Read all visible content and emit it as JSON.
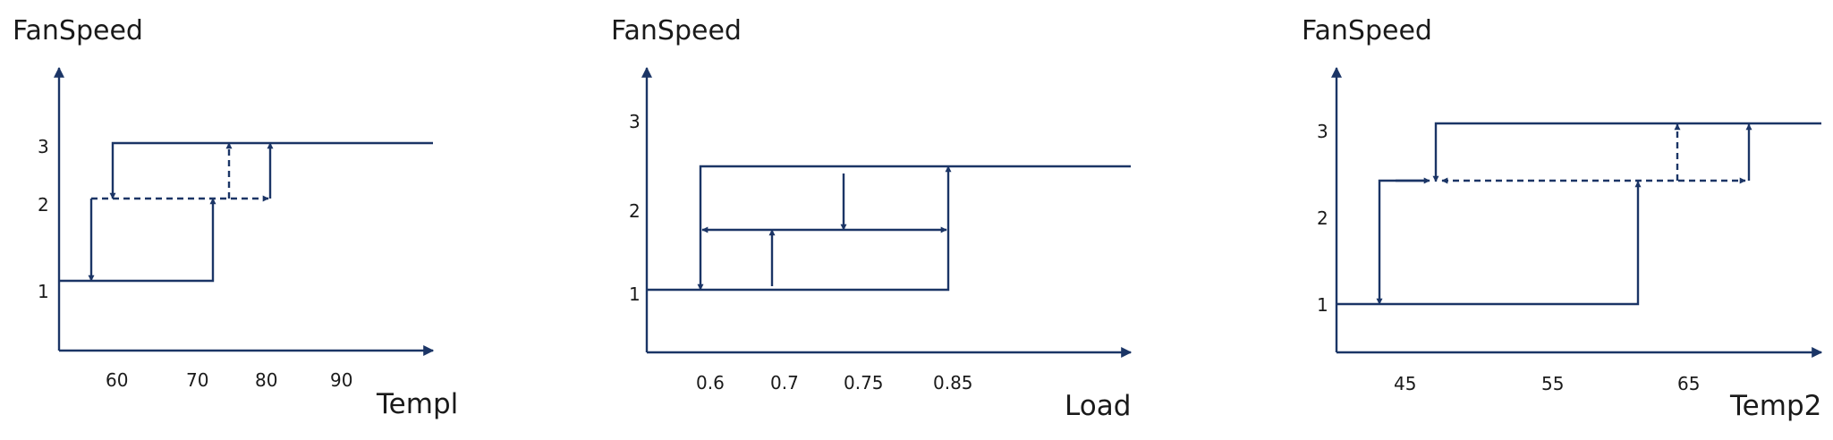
{
  "panels": [
    {
      "y_label": "FanSpeed",
      "x_label": "Templ",
      "y_ticks": [
        "1",
        "2",
        "3"
      ],
      "x_ticks": [
        "60",
        "70",
        "80",
        "90"
      ]
    },
    {
      "y_label": "FanSpeed",
      "x_label": "Load",
      "y_ticks": [
        "1",
        "2",
        "3"
      ],
      "x_ticks": [
        "0.6",
        "0.7",
        "0.75",
        "0.85"
      ]
    },
    {
      "y_label": "FanSpeed",
      "x_label": "Temp2",
      "y_ticks": [
        "1",
        "2",
        "3"
      ],
      "x_ticks": [
        "45",
        "55",
        "65"
      ]
    }
  ],
  "colors": {
    "line": "#1b3566",
    "text": "#1a1a1a"
  }
}
